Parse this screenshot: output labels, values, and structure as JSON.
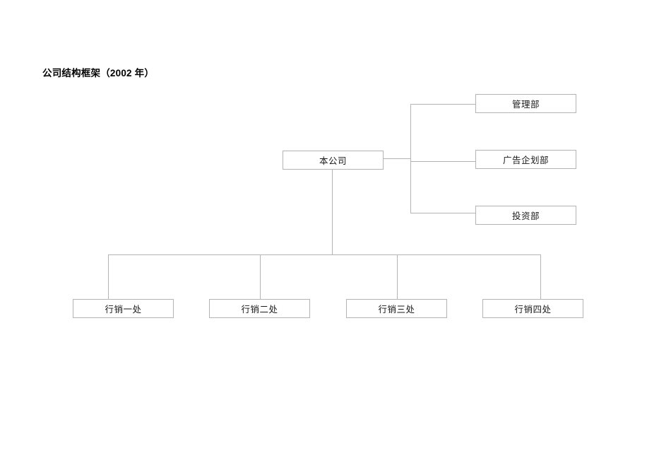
{
  "document": {
    "title": "公司结构框架（2002 年）"
  },
  "chart_data": {
    "type": "diagram",
    "diagram_kind": "organizational-chart",
    "title": "公司结构框架（2002 年）",
    "root": {
      "id": "root",
      "label": "本公司"
    },
    "staff_branches": [
      {
        "id": "dept-management",
        "label": "管理部"
      },
      {
        "id": "dept-advertising-planning",
        "label": "广告企划部"
      },
      {
        "id": "dept-investment",
        "label": "投资部"
      }
    ],
    "line_branches": [
      {
        "id": "sales-div-1",
        "label": "行销一处"
      },
      {
        "id": "sales-div-2",
        "label": "行销二处"
      },
      {
        "id": "sales-div-3",
        "label": "行销三处"
      },
      {
        "id": "sales-div-4",
        "label": "行销四处"
      }
    ],
    "edges": [
      {
        "from": "root",
        "to": "dept-management"
      },
      {
        "from": "root",
        "to": "dept-advertising-planning"
      },
      {
        "from": "root",
        "to": "dept-investment"
      },
      {
        "from": "root",
        "to": "sales-div-1"
      },
      {
        "from": "root",
        "to": "sales-div-2"
      },
      {
        "from": "root",
        "to": "sales-div-3"
      },
      {
        "from": "root",
        "to": "sales-div-4"
      }
    ],
    "colors": {
      "box_border": "#b4b4b4",
      "connector": "#b4b4b4",
      "background": "#ffffff",
      "text": "#1a1a1a",
      "title_text": "#000000"
    }
  }
}
